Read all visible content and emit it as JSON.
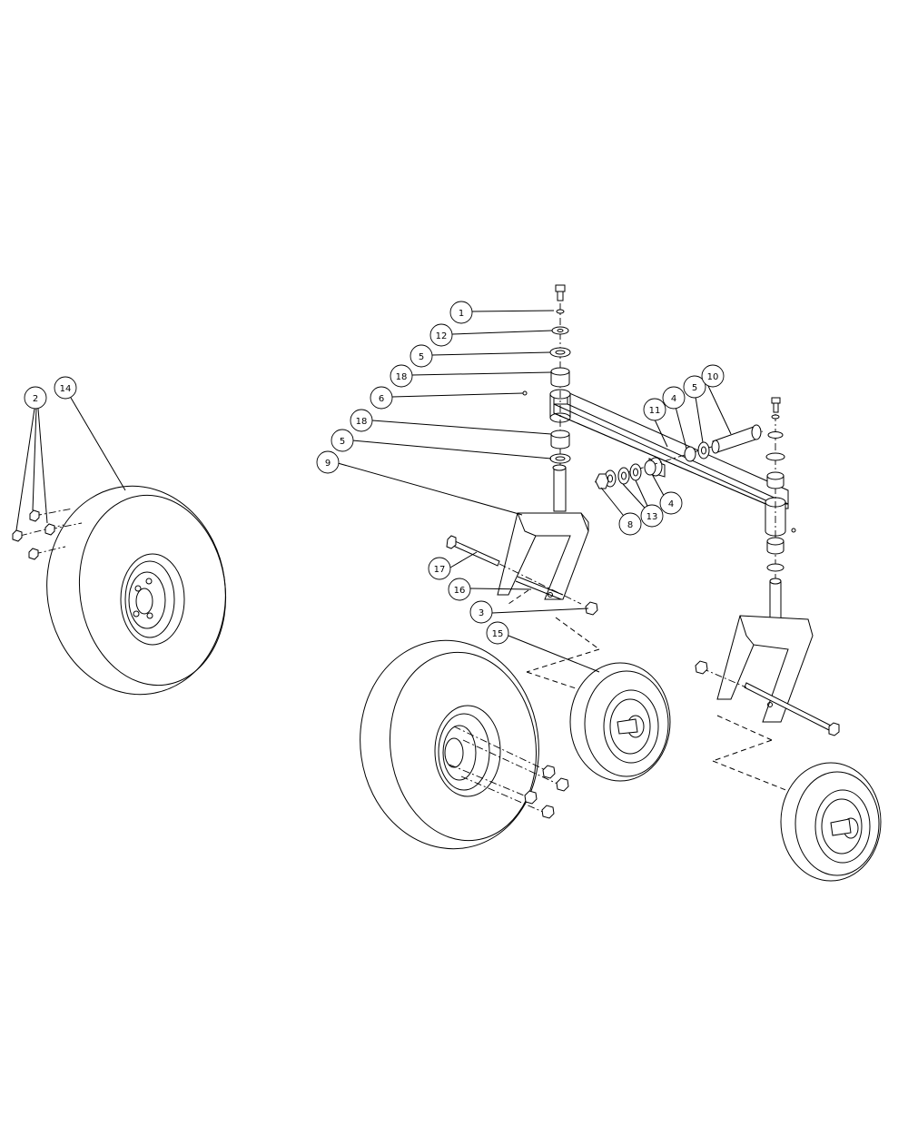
{
  "callouts": [
    {
      "id": "c1",
      "label": "1"
    },
    {
      "id": "c12",
      "label": "12"
    },
    {
      "id": "c5a",
      "label": "5"
    },
    {
      "id": "c18a",
      "label": "18"
    },
    {
      "id": "c6",
      "label": "6"
    },
    {
      "id": "c18b",
      "label": "18"
    },
    {
      "id": "c5b",
      "label": "5"
    },
    {
      "id": "c9",
      "label": "9"
    },
    {
      "id": "c17",
      "label": "17"
    },
    {
      "id": "c16",
      "label": "16"
    },
    {
      "id": "c3",
      "label": "3"
    },
    {
      "id": "c15",
      "label": "15"
    },
    {
      "id": "c11",
      "label": "11"
    },
    {
      "id": "c4a",
      "label": "4"
    },
    {
      "id": "c5c",
      "label": "5"
    },
    {
      "id": "c10",
      "label": "10"
    },
    {
      "id": "c4b",
      "label": "4"
    },
    {
      "id": "c13",
      "label": "13"
    },
    {
      "id": "c8",
      "label": "8"
    },
    {
      "id": "c2",
      "label": "2"
    },
    {
      "id": "c14",
      "label": "14"
    }
  ]
}
